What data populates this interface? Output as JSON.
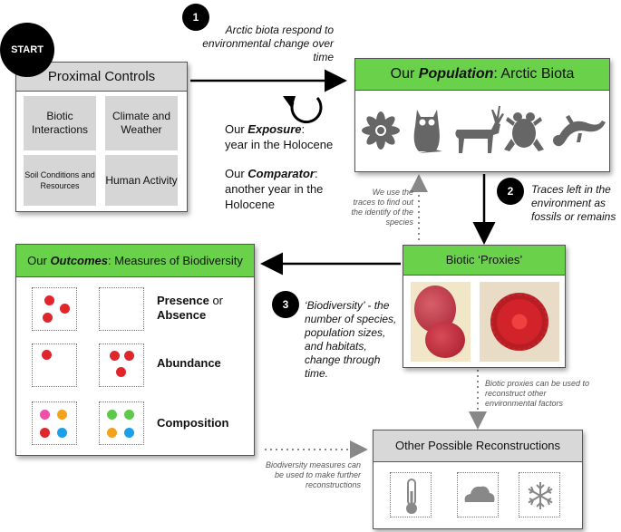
{
  "start": {
    "label": "START"
  },
  "steps": [
    {
      "number": "1",
      "text": "Arctic biota respond to environmental change over time"
    },
    {
      "number": "2",
      "text": "Traces left in the environment as fossils or remains"
    },
    {
      "number": "3",
      "text": "‘Biodiversity’ - the number of species, population sizes, and habitats, change through time."
    }
  ],
  "proximal_controls": {
    "title": "Proximal Controls",
    "cells": [
      "Biotic Interactions",
      "Climate and Weather",
      "Soil Conditions and Resources",
      "Human Activity"
    ]
  },
  "exposure": {
    "prefix": "Our ",
    "term": "Exposure",
    "suffix": ":",
    "desc": "year in the Holocene"
  },
  "comparator": {
    "prefix": "Our ",
    "term": "Comparator",
    "suffix": ":",
    "desc": "another year in the Holocene"
  },
  "population": {
    "prefix": "Our ",
    "term": "Population",
    "suffix": ": Arctic Biota",
    "icons": [
      "flower-icon",
      "owl-icon",
      "deer-icon",
      "frog-icon",
      "lizard-icon"
    ]
  },
  "proxies": {
    "title": "Biotic ‘Proxies’",
    "images": [
      "pollen-grain-image",
      "spore-image"
    ]
  },
  "trace_note": "We use the traces to find out the identify of the species",
  "outcomes": {
    "prefix": "Our ",
    "term": "Outcomes",
    "suffix": ": Measures of Biodiversity",
    "rows": [
      {
        "label_a": "Presence",
        "label_mid": " or",
        "label_b": "Absence"
      },
      {
        "label_a": "Abundance"
      },
      {
        "label_a": "Composition"
      }
    ]
  },
  "proxy_note": "Biotic proxies can be used to reconstruct other environmental factors",
  "biodiversity_note": "Biodiversity measures can be used to make further reconstructions",
  "reconstructions": {
    "title": "Other Possible Reconstructions",
    "icons": [
      "thermometer-icon",
      "cloud-icon",
      "snowflake-icon"
    ]
  },
  "colors": {
    "green": "#6ad14a",
    "grey": "#d6d6d6",
    "red": "#e0262b",
    "pink": "#ef4fa6",
    "orange": "#f3a21c",
    "blue": "#1ba0e8",
    "lightgreen": "#5ec84a",
    "icon_grey": "#666666"
  }
}
